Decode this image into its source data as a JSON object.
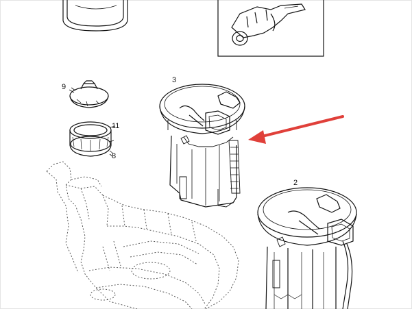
{
  "callouts": {
    "part_3": "3",
    "part_9": "9",
    "part_11": "11",
    "part_8": "8",
    "part_2": "2"
  },
  "colors": {
    "line": "#111111",
    "dotted_line": "#555555",
    "arrow": "#e0403a",
    "background": "#ffffff"
  },
  "icons": {
    "arrow": "red-pointer-arrow"
  }
}
